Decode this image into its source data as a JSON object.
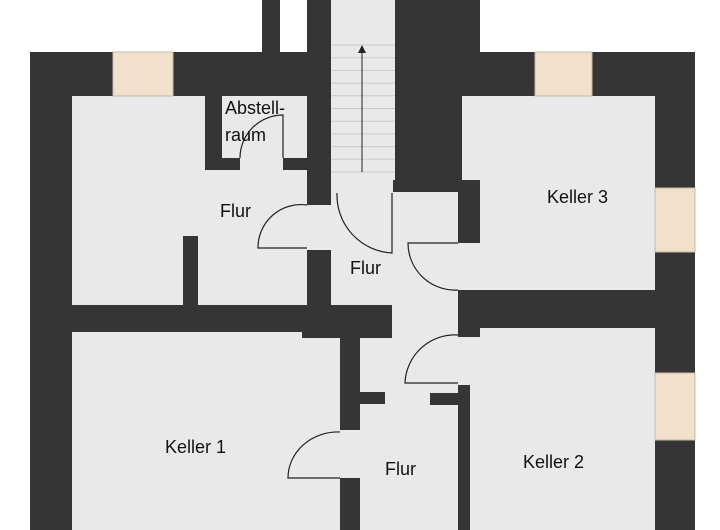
{
  "rooms": {
    "storage_line1": "Abstell-",
    "storage_line2": "raum",
    "hall_upper_left": "Flur",
    "hall_center": "Flur",
    "hall_lower": "Flur",
    "cellar_1": "Keller 1",
    "cellar_2": "Keller 2",
    "cellar_3": "Keller 3"
  },
  "colors": {
    "wall": "#353535",
    "floor": "#e9e9e9",
    "window": "#f2e0cc"
  }
}
